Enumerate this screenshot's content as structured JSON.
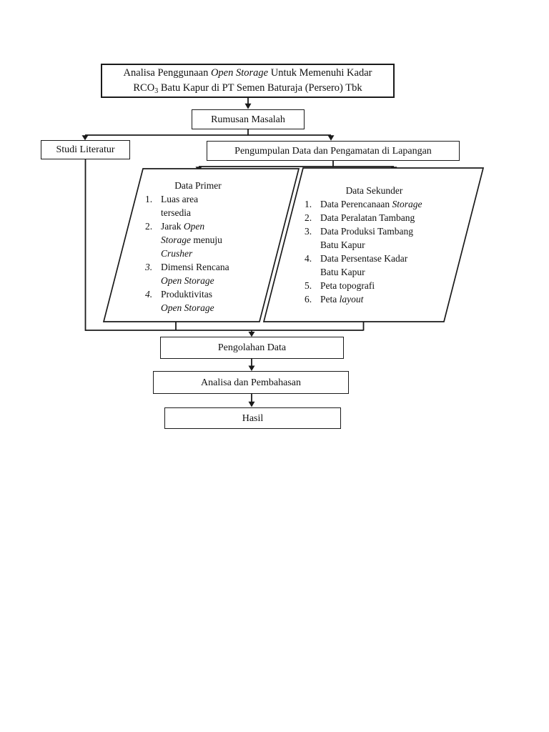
{
  "nodes": {
    "title": {
      "l1a": "Analisa Penggunaan ",
      "l1b": "Open Storage",
      "l1c": " Untuk Memenuhi Kadar",
      "l2a": "RCO",
      "l2sub": "3",
      "l2b": " Batu Kapur di PT Semen Baturaja (Persero) Tbk"
    },
    "rumusan": "Rumusan Masalah",
    "studi": "Studi Literatur",
    "pengumpulan": "Pengumpulan Data dan Pengamatan di Lapangan",
    "pengolahan": "Pengolahan Data",
    "analisa": "Analisa dan Pembahasan",
    "hasil": "Hasil"
  },
  "data_primer": {
    "title": "Data Primer",
    "items": [
      {
        "num": "1.",
        "lines": [
          [
            "Luas area"
          ],
          [
            "tersedia"
          ]
        ]
      },
      {
        "num": "2.",
        "lines": [
          [
            "Jarak ",
            "Open"
          ],
          [
            "Storage",
            " menuju"
          ],
          [
            "Crusher"
          ]
        ]
      },
      {
        "num": "3.",
        "lines": [
          [
            "Dimensi Rencana"
          ],
          [
            "Open Storage"
          ]
        ]
      },
      {
        "num": "4.",
        "lines": [
          [
            "Produktivitas"
          ],
          [
            "Open Storage"
          ]
        ]
      }
    ]
  },
  "data_sekunder": {
    "title": "Data Sekunder",
    "items": [
      {
        "num": "1.",
        "lines": [
          [
            "Data Perencanaan ",
            "Storage"
          ]
        ]
      },
      {
        "num": "2.",
        "lines": [
          [
            "Data Peralatan Tambang"
          ]
        ]
      },
      {
        "num": "3.",
        "lines": [
          [
            "Data Produksi Tambang"
          ],
          [
            "Batu Kapur"
          ]
        ]
      },
      {
        "num": "4.",
        "lines": [
          [
            "Data Persentase Kadar"
          ],
          [
            "Batu Kapur"
          ]
        ]
      },
      {
        "num": "5.",
        "lines": [
          [
            "Peta topografi"
          ]
        ]
      },
      {
        "num": "6.",
        "lines": [
          [
            "Peta ",
            "layout"
          ]
        ]
      }
    ]
  },
  "colors": {
    "line": "#1a1a1a",
    "background": "#ffffff",
    "text": "#111111"
  }
}
